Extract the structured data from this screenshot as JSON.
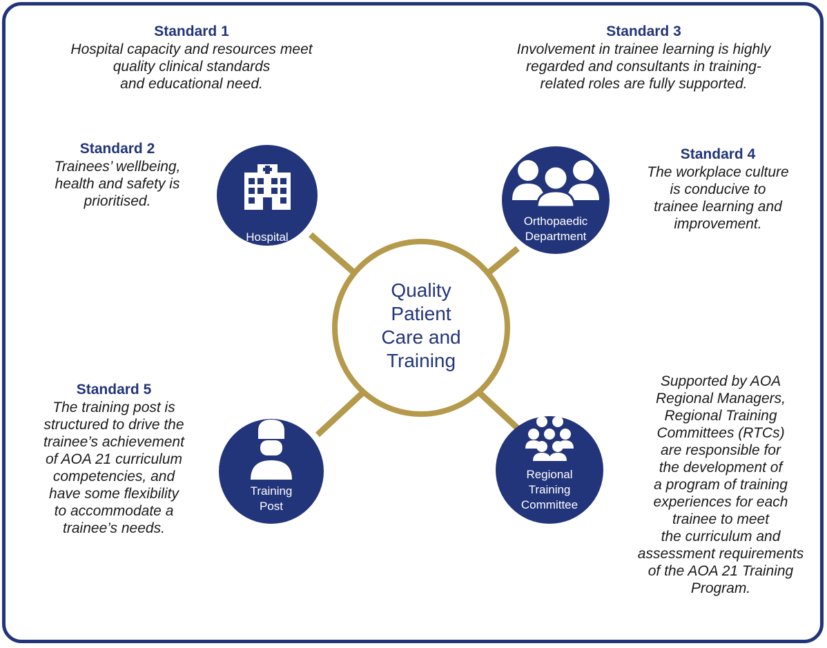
{
  "colors": {
    "navy": "#22347a",
    "gold": "#b49a4a",
    "text": "#1a1a1a",
    "white": "#ffffff"
  },
  "center": {
    "label": "Quality\nPatient\nCare and\nTraining"
  },
  "nodes": {
    "hospital": {
      "label": "Hospital",
      "icon": "hospital-building-icon"
    },
    "department": {
      "label": "Orthopaedic\nDepartment",
      "icon": "people-group-icon"
    },
    "training_post": {
      "label": "Training\nPost",
      "icon": "surgeon-masked-icon"
    },
    "rtc": {
      "label": "Regional\nTraining\nCommittee",
      "icon": "committee-group-icon"
    }
  },
  "standards": {
    "s1": {
      "heading": "Standard 1",
      "body": "Hospital capacity and resources meet\nquality clinical standards\nand educational need."
    },
    "s2": {
      "heading": "Standard 2",
      "body": "Trainees’ wellbeing,\nhealth and safety is\nprioritised."
    },
    "s3": {
      "heading": "Standard 3",
      "body": "Involvement in trainee learning is highly\nregarded and consultants in training-\nrelated roles are fully supported."
    },
    "s4": {
      "heading": "Standard 4",
      "body": "The workplace culture\nis conducive to\ntrainee learning and\nimprovement."
    },
    "s5": {
      "heading": "Standard 5",
      "body": "The training post is\nstructured to drive the\ntrainee’s achievement\nof AOA 21 curriculum\ncompetencies, and\nhave some flexibility\nto accommodate a\ntrainee’s needs."
    }
  },
  "rtc_note": {
    "body": "Supported by AOA\nRegional Managers,\nRegional Training\nCommittees (RTCs)\nare responsible for\nthe development of\na program of training\nexperiences for each\ntrainee to meet\nthe curriculum and\nassessment requirements\nof the AOA 21 Training\nProgram."
  }
}
